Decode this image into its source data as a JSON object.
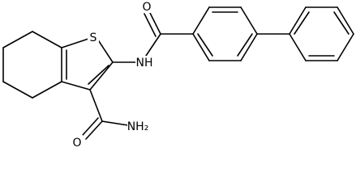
{
  "atoms": [
    {
      "id": "S",
      "label": "S"
    },
    {
      "id": "O1",
      "label": "O"
    },
    {
      "id": "NH",
      "label": "NH"
    },
    {
      "id": "O2",
      "label": "O"
    },
    {
      "id": "NH2",
      "label": "NH₂"
    }
  ]
}
